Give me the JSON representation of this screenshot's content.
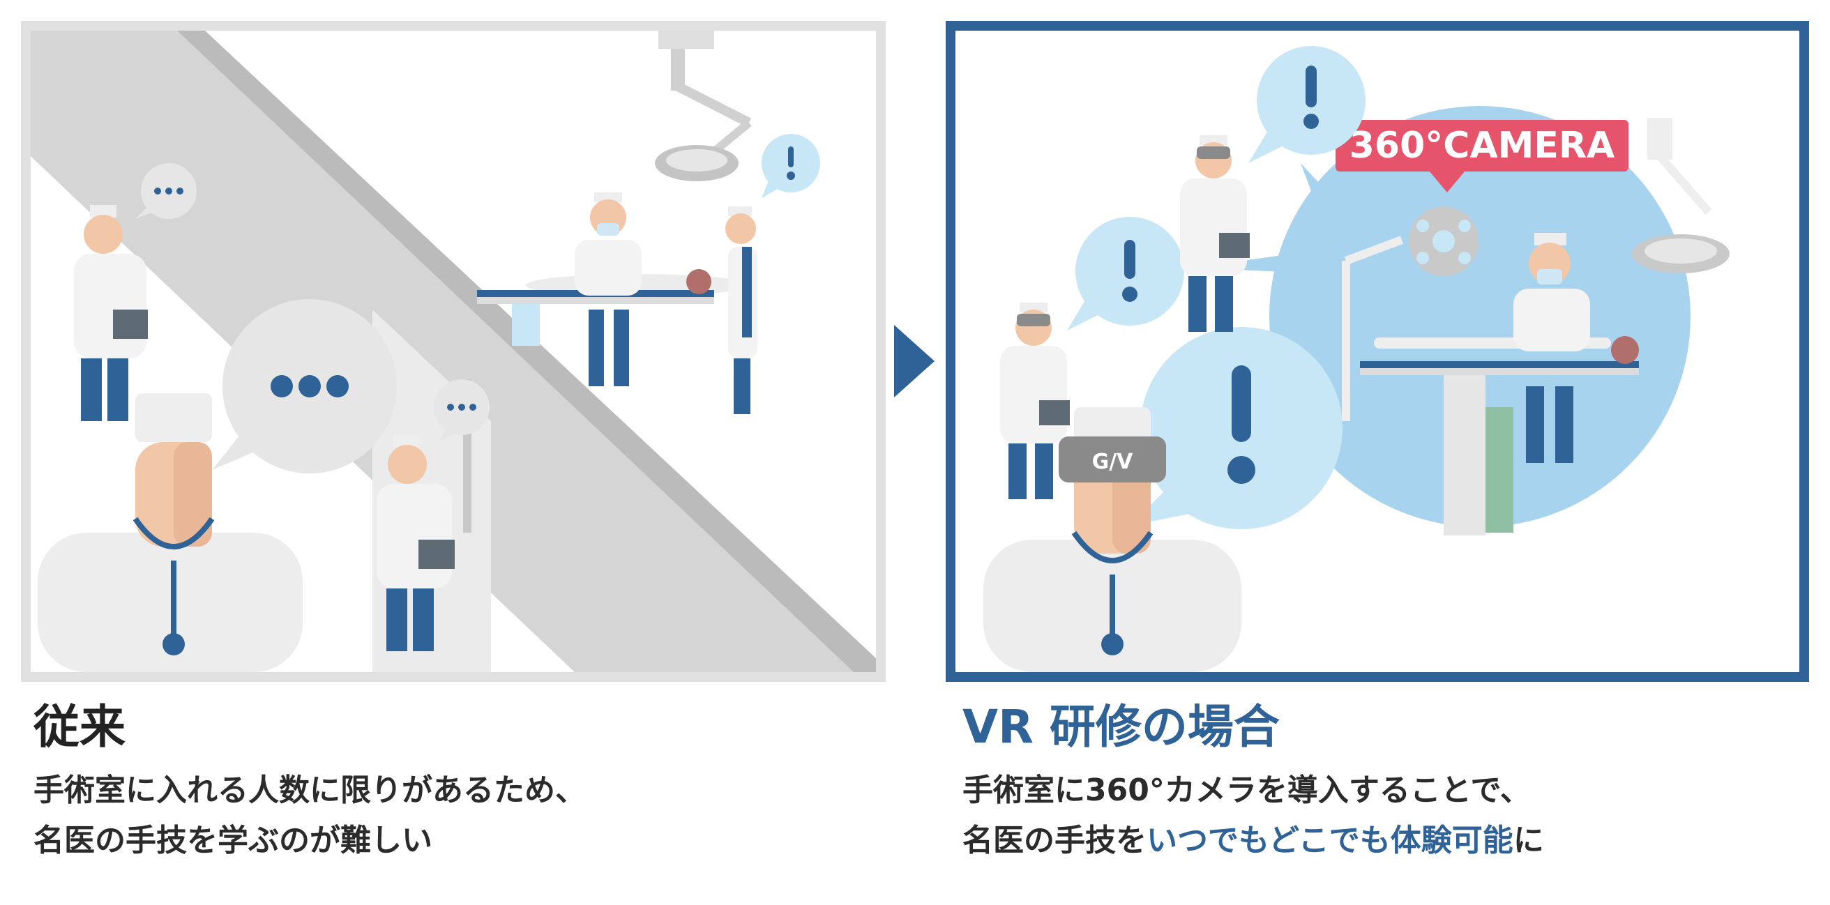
{
  "left": {
    "heading": "従来",
    "desc_line1": "手術室に入れる人数に限りがあるため、",
    "desc_line2": "名医の手技を学ぶのが難しい"
  },
  "right": {
    "heading": "VR 研修の場合",
    "desc_line1": "手術室に360°カメラを導入することで、",
    "desc_line2_prefix": "名医の手技を",
    "desc_line2_highlight": "いつでもどこでも体験可能",
    "desc_line2_suffix": "に",
    "camera_label": "360°CAMERA",
    "headset_logo": "G/V"
  },
  "colors": {
    "accent": "#2f6296",
    "left_border": "#e1e1e1",
    "camera_tag": "#e5546b",
    "bubble": "#c7e6f6",
    "camera_bg": "#a7d3ef"
  },
  "icons": {
    "speech_bubble_left": "ellipsis-bubble-icon",
    "speech_bubble_right": "exclamation-bubble-icon",
    "transition": "triangle-arrow-icon"
  }
}
